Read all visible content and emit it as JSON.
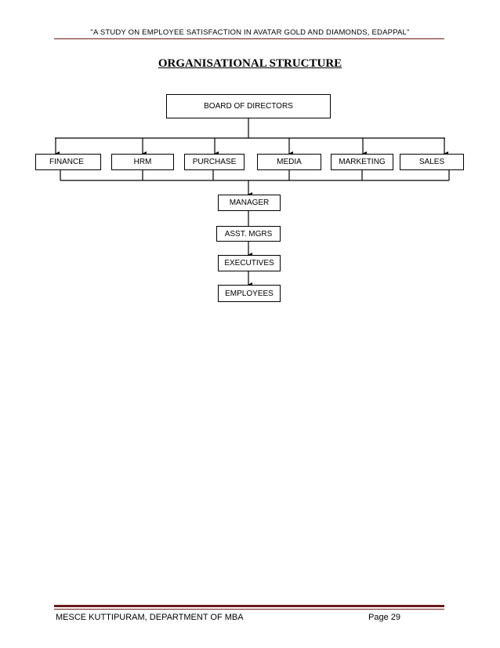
{
  "header": {
    "running_title": "\"A STUDY ON EMPLOYEE SATISFACTION IN AVATAR GOLD AND DIAMONDS, EDAPPAL\""
  },
  "title": "ORGANISATIONAL STRUCTURE",
  "org_chart": {
    "top": "BOARD OF DIRECTORS",
    "departments": [
      "FINANCE",
      "HRM",
      "PURCHASE",
      "MEDIA",
      "MARKETING",
      "SALES"
    ],
    "hierarchy": [
      "MANAGER",
      "ASST. MGRS",
      "EXECUTIVES",
      "EMPLOYEES"
    ]
  },
  "footer": {
    "left": "MESCE KUTTIPURAM, DEPARTMENT OF MBA",
    "right": "Page 29"
  }
}
